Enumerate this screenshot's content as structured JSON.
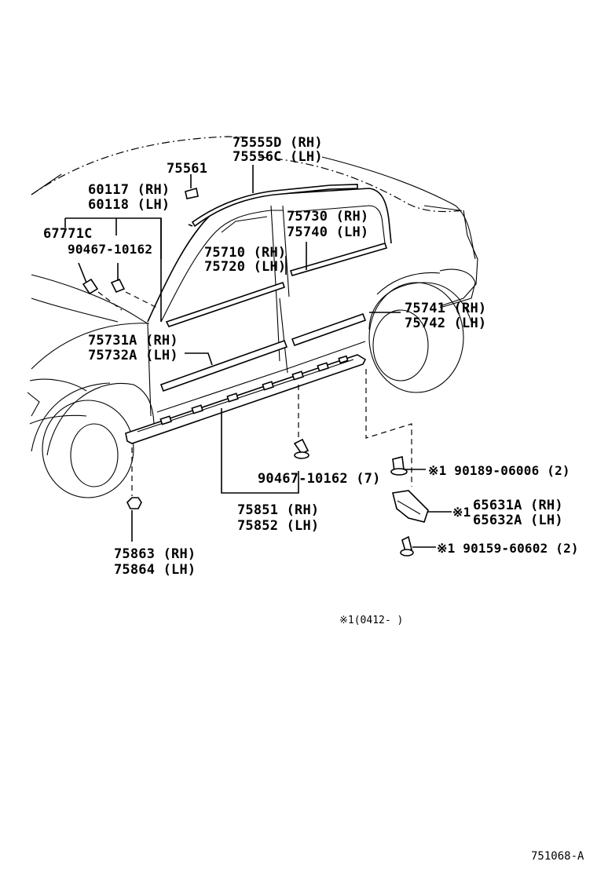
{
  "diagram_id": "751068-A",
  "note": "※1(0412-      )",
  "callouts": {
    "roof_molding": [
      "75555D (RH)",
      "75556C (LH)"
    ],
    "clip_75561": "75561",
    "pillar_garnish": [
      "60117 (RH)",
      "60118 (LH)"
    ],
    "clip_67771c": "67771C",
    "clip_90467_upper": "90467-10162",
    "rear_belt_molding": [
      "75730 (RH)",
      "75740 (LH)"
    ],
    "front_belt_molding": [
      "75710 (RH)",
      "75720 (LH)"
    ],
    "rear_door_molding": [
      "75741 (RH)",
      "75742 (LH)"
    ],
    "front_door_molding": [
      "75731A (RH)",
      "75732A (LH)"
    ],
    "rocker_clip": "90467-10162 (7)",
    "rocker_panel": [
      "75851 (RH)",
      "75852 (LH)"
    ],
    "front_cap": [
      "75863 (RH)",
      "75864 (LH)"
    ],
    "nut": "※1 90189-06006 (2)",
    "bracket_mark": "※1",
    "bracket": [
      "65631A (RH)",
      "65632A (LH)"
    ],
    "bolt": "※1 90159-60602 (2)"
  }
}
